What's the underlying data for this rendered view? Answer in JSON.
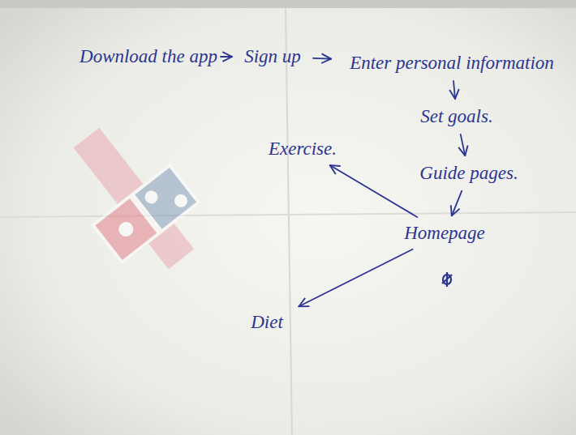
{
  "diagram": {
    "nodes": [
      {
        "text": [
          "Download the app"
        ]
      },
      {
        "text": [
          "Sign up"
        ]
      },
      {
        "text": [
          "Enter personal information"
        ]
      },
      {
        "text": [
          "Set goals."
        ]
      },
      {
        "text": [
          "Guide pages."
        ]
      },
      {
        "text": [
          "Homepage"
        ]
      },
      {
        "text": [
          "Exercise."
        ]
      },
      {
        "text": [
          "Diet"
        ]
      }
    ],
    "edges": [
      {
        "from": 0,
        "to": 1,
        "arrow": "to"
      },
      {
        "from": 1,
        "to": 2,
        "arrow": "to"
      },
      {
        "from": 2,
        "to": 3,
        "arrow": "to"
      },
      {
        "from": 3,
        "to": 4,
        "arrow": "to"
      },
      {
        "from": 4,
        "to": 5,
        "arrow": "to"
      },
      {
        "from": 5,
        "to": 6,
        "arrow": "to"
      },
      {
        "from": 5,
        "to": 7,
        "arrow": "to"
      }
    ]
  }
}
